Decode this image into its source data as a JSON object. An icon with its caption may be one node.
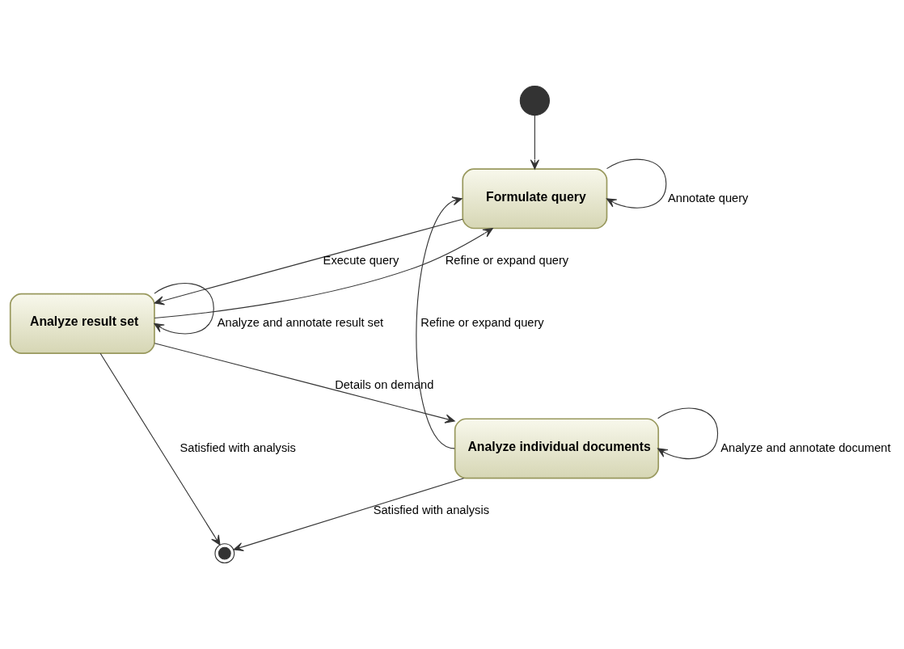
{
  "diagram": {
    "nodes": [
      {
        "text": [],
        "shape": "circle"
      },
      {
        "text": [
          "Formulate query"
        ]
      },
      {
        "text": [
          "Analyze result set"
        ]
      },
      {
        "text": [
          "Analyze individual documents"
        ]
      },
      {
        "text": [],
        "shape": "bullseye"
      }
    ],
    "edges": [
      {
        "from": 0,
        "to": 1,
        "arrow": "to"
      },
      {
        "from": 1,
        "to": 1,
        "arrow": "to",
        "label": "Annotate query"
      },
      {
        "from": 1,
        "to": 2,
        "arrow": "to",
        "label": "Execute query"
      },
      {
        "from": 2,
        "to": 1,
        "arrow": "to",
        "label": "Refine or expand query"
      },
      {
        "from": 2,
        "to": 2,
        "arrow": "to",
        "label": "Analyze and annotate result set"
      },
      {
        "from": 2,
        "to": 4,
        "arrow": "to",
        "label": "Satisfied with analysis"
      },
      {
        "from": 2,
        "to": 3,
        "arrow": "to",
        "label": "Details on demand"
      },
      {
        "from": 3,
        "to": 3,
        "arrow": "to",
        "label": "Analyze and annotate document"
      },
      {
        "from": 3,
        "to": 1,
        "arrow": "to",
        "label": "Refine or expand query"
      },
      {
        "from": 3,
        "to": 4,
        "arrow": "to",
        "label": "Satisfied with analysis"
      }
    ]
  }
}
